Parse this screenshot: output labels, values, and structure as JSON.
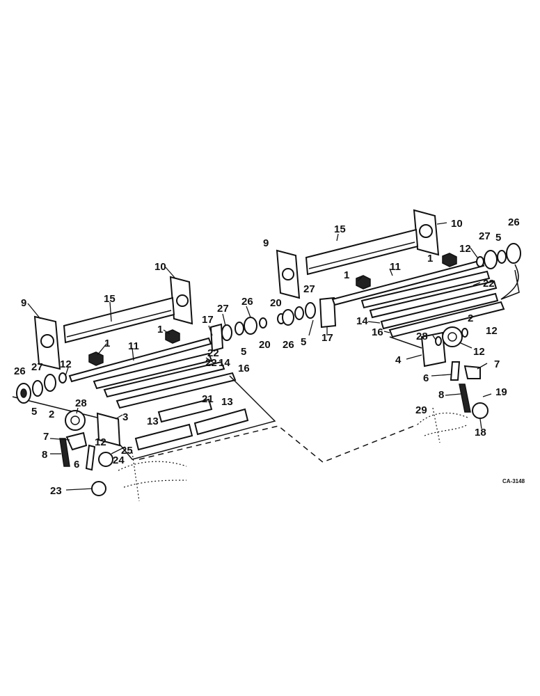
{
  "diagram": {
    "drawing_code": "CA-3148",
    "callouts": [
      "1",
      "2",
      "3",
      "4",
      "5",
      "6",
      "7",
      "8",
      "9",
      "10",
      "11",
      "12",
      "13",
      "14",
      "15",
      "16",
      "17",
      "18",
      "19",
      "20",
      "21",
      "22",
      "23",
      "24",
      "25",
      "26",
      "27",
      "28",
      "29"
    ]
  }
}
